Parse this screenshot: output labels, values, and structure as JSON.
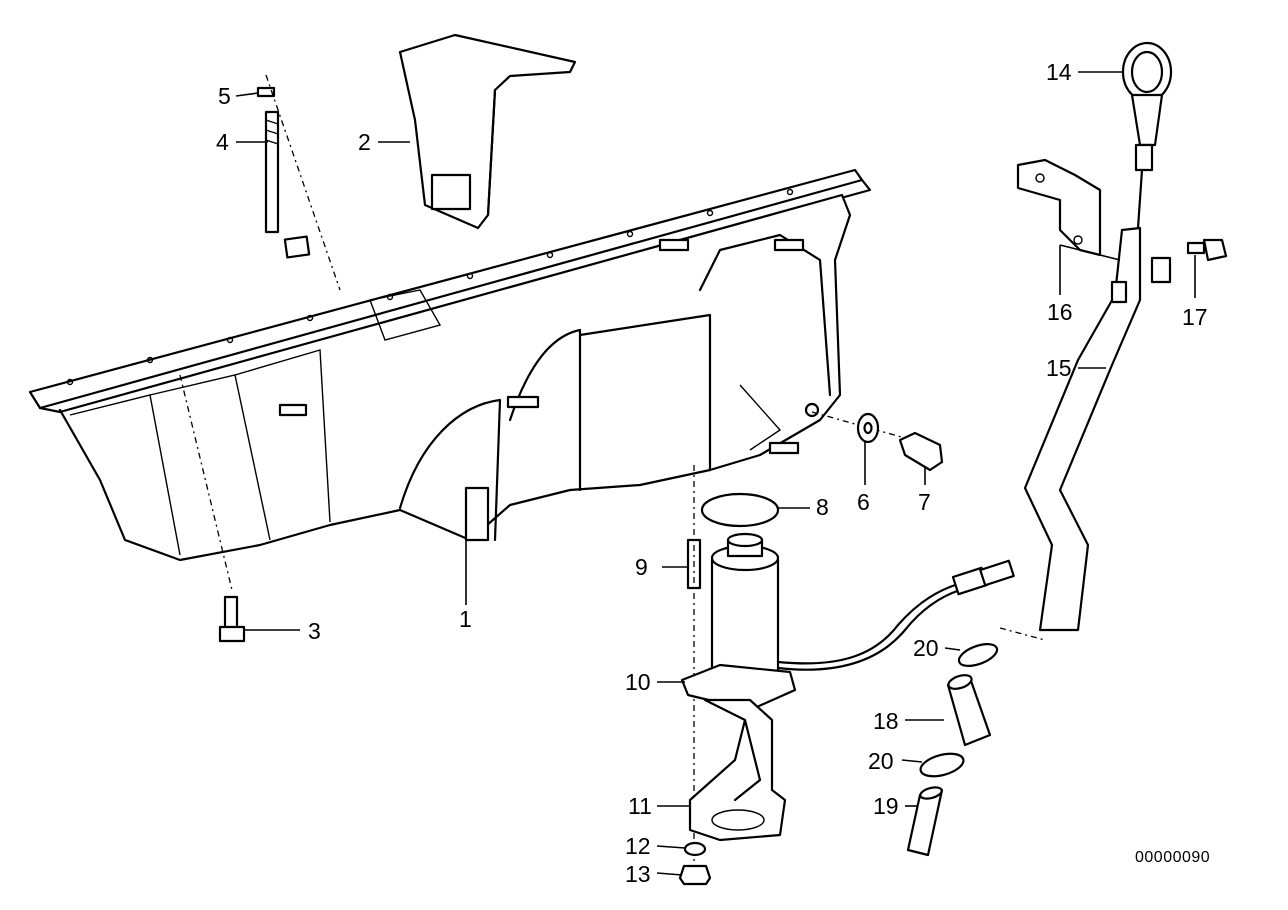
{
  "callouts": [
    {
      "id": "1",
      "label": "1"
    },
    {
      "id": "2",
      "label": "2"
    },
    {
      "id": "3",
      "label": "3"
    },
    {
      "id": "4",
      "label": "4"
    },
    {
      "id": "5",
      "label": "5"
    },
    {
      "id": "6",
      "label": "6"
    },
    {
      "id": "7",
      "label": "7"
    },
    {
      "id": "8",
      "label": "8"
    },
    {
      "id": "9",
      "label": "9"
    },
    {
      "id": "10",
      "label": "10"
    },
    {
      "id": "11",
      "label": "11"
    },
    {
      "id": "12",
      "label": "12"
    },
    {
      "id": "13",
      "label": "13"
    },
    {
      "id": "14",
      "label": "14"
    },
    {
      "id": "15",
      "label": "15"
    },
    {
      "id": "16",
      "label": "16"
    },
    {
      "id": "17",
      "label": "17"
    },
    {
      "id": "18",
      "label": "18"
    },
    {
      "id": "19",
      "label": "19"
    },
    {
      "id": "20a",
      "label": "20"
    },
    {
      "id": "20b",
      "label": "20"
    }
  ],
  "diagram_code": "00000090"
}
